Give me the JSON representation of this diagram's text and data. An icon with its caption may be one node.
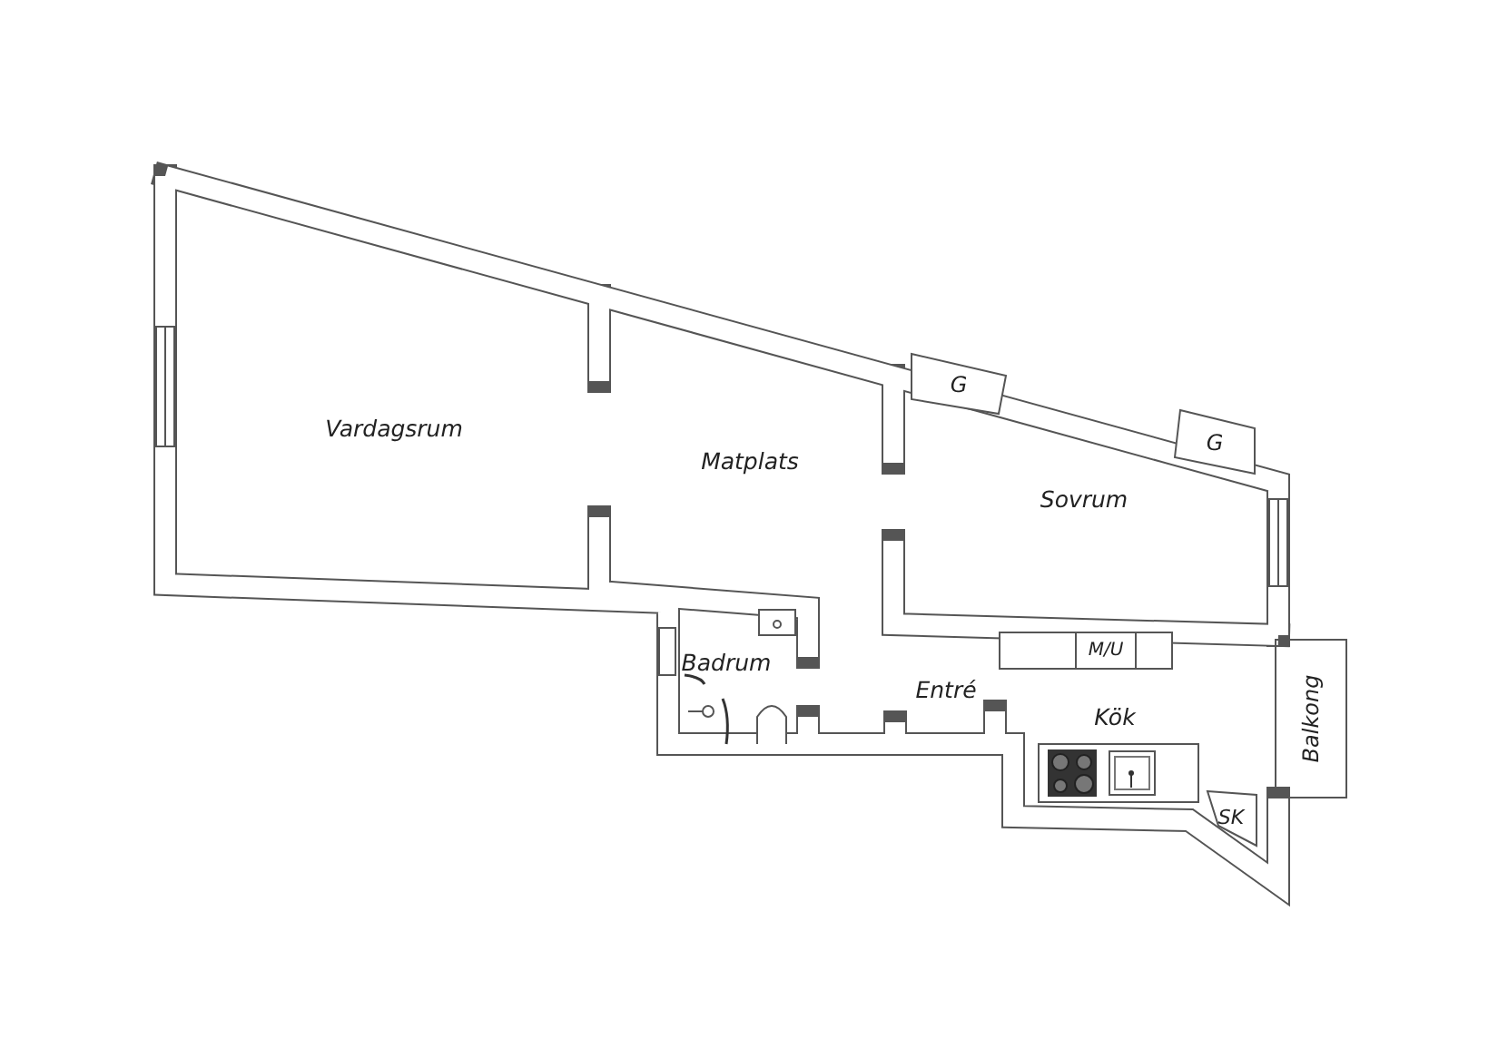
{
  "diagram": {
    "nodes": [
      {
        "text": [
          "G"
        ]
      },
      {
        "text": [
          "G"
        ]
      },
      {
        "text": [
          "M/U"
        ]
      },
      {
        "text": [
          "SK"
        ]
      },
      {
        "text": [
          "Balkong"
        ]
      }
    ],
    "labels": [
      "Vardagsrum",
      "Matplats",
      "Sovrum",
      "Badrum",
      "Entré",
      "Kök"
    ]
  }
}
